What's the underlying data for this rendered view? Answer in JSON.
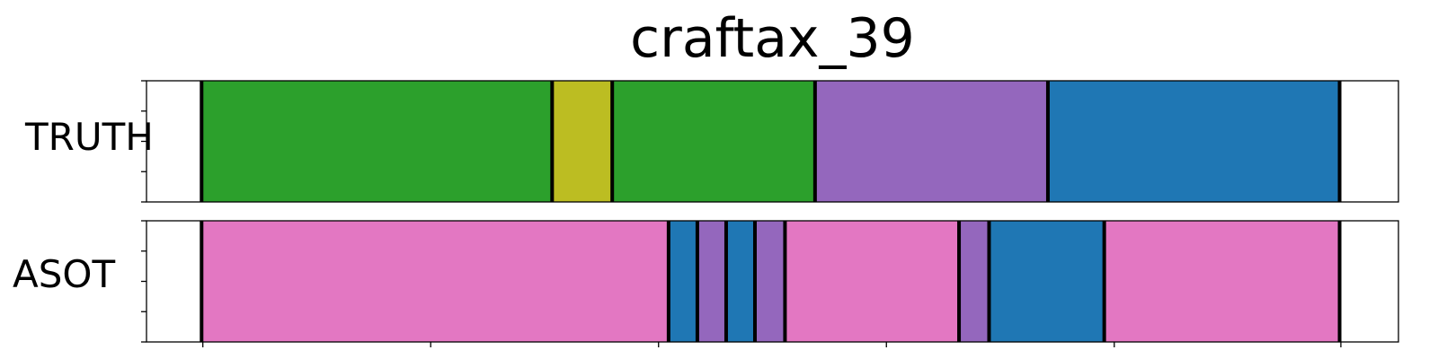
{
  "chart_data": {
    "type": "segmentation",
    "title": "craftax_39",
    "xlim": [
      0,
      1
    ],
    "rows": [
      {
        "label": "TRUTH",
        "segments": [
          {
            "start": 0.044,
            "end": 0.324,
            "color": "#2ca02c"
          },
          {
            "start": 0.324,
            "end": 0.372,
            "color": "#bcbd22"
          },
          {
            "start": 0.372,
            "end": 0.534,
            "color": "#2ca02c"
          },
          {
            "start": 0.534,
            "end": 0.72,
            "color": "#9467bd"
          },
          {
            "start": 0.72,
            "end": 0.953,
            "color": "#1f77b4"
          }
        ]
      },
      {
        "label": "ASOT",
        "segments": [
          {
            "start": 0.044,
            "end": 0.417,
            "color": "#e377c2"
          },
          {
            "start": 0.417,
            "end": 0.44,
            "color": "#1f77b4"
          },
          {
            "start": 0.44,
            "end": 0.463,
            "color": "#9467bd"
          },
          {
            "start": 0.463,
            "end": 0.486,
            "color": "#1f77b4"
          },
          {
            "start": 0.486,
            "end": 0.51,
            "color": "#9467bd"
          },
          {
            "start": 0.51,
            "end": 0.649,
            "color": "#e377c2"
          },
          {
            "start": 0.649,
            "end": 0.673,
            "color": "#9467bd"
          },
          {
            "start": 0.673,
            "end": 0.765,
            "color": "#1f77b4"
          },
          {
            "start": 0.765,
            "end": 0.953,
            "color": "#e377c2"
          }
        ]
      }
    ],
    "boundary_color": "#000000",
    "xticks": [
      0.045,
      0.227,
      0.409,
      0.591,
      0.773,
      0.954
    ]
  }
}
